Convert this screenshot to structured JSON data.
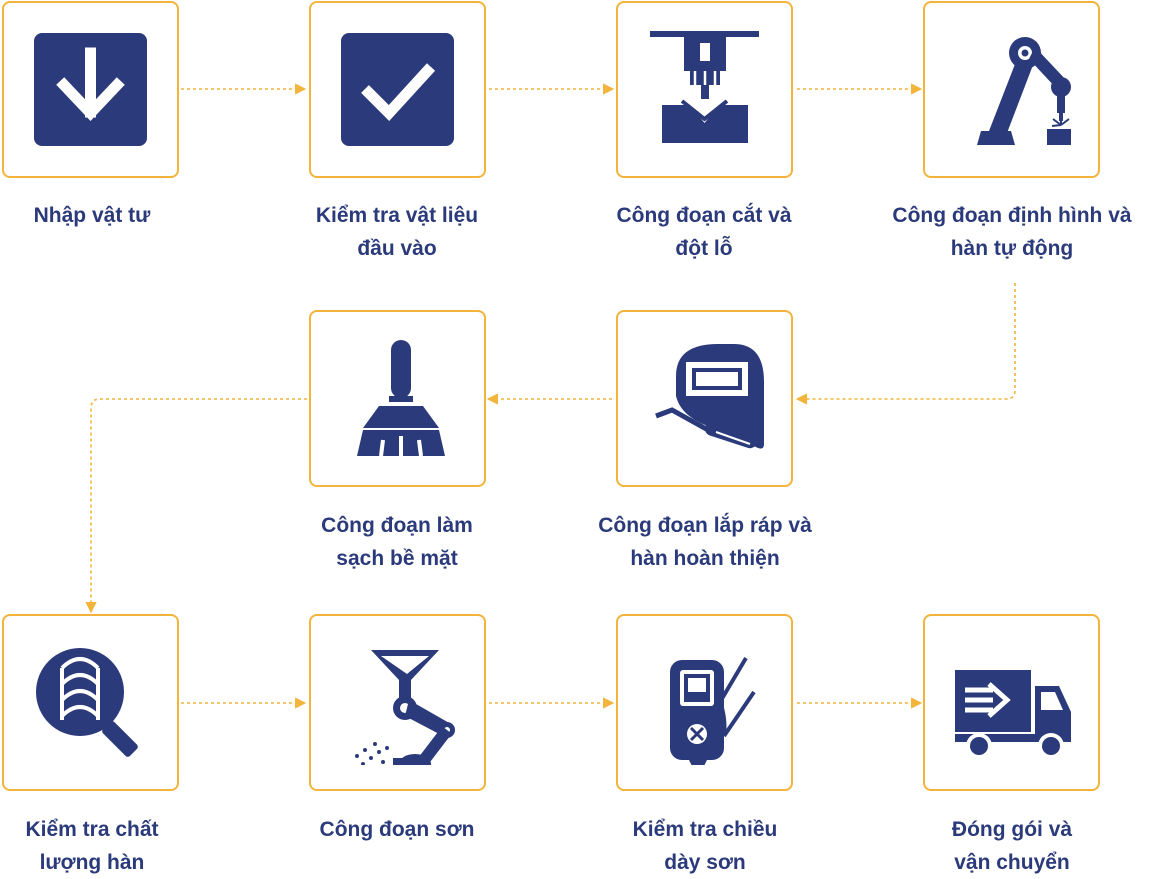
{
  "colors": {
    "accent": "#f2b43a",
    "icon": "#2b3a7a"
  },
  "steps": [
    {
      "label": "Nhập vật tư",
      "icon": "download-arrow-icon"
    },
    {
      "label": "Kiểm tra vật liệu\nđầu vào",
      "icon": "checkmark-icon"
    },
    {
      "label": "Công đoạn cắt và\nđột lỗ",
      "icon": "cutting-press-icon"
    },
    {
      "label": "Công đoạn định hình và\nhàn tự động",
      "icon": "robot-arm-welding-icon"
    },
    {
      "label": "Công đoạn lắp ráp và\nhàn hoàn thiện",
      "icon": "welding-mask-icon"
    },
    {
      "label": "Công đoạn làm\nsạch bề mặt",
      "icon": "brush-icon"
    },
    {
      "label": "Kiểm tra chất\nlượng hàn",
      "icon": "magnifier-weld-icon"
    },
    {
      "label": "Công đoạn sơn",
      "icon": "paint-robot-icon"
    },
    {
      "label": "Kiểm tra chiều\ndày sơn",
      "icon": "thickness-gauge-icon"
    },
    {
      "label": "Đóng gói và\nvận chuyển",
      "icon": "delivery-truck-icon"
    }
  ]
}
